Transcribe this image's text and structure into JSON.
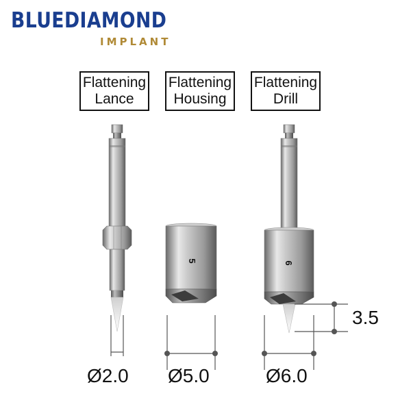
{
  "brand": {
    "name": "BLUEDIAMOND",
    "subtitle": "IMPLANT",
    "name_color": "#1a3e8f",
    "subtitle_color": "#b08a36"
  },
  "instruments": [
    {
      "line1": "Flattening",
      "line2": "Lance",
      "diameter": "Ø2.0",
      "marking": ""
    },
    {
      "line1": "Flattening",
      "line2": "Housing",
      "diameter": "Ø5.0",
      "marking": "5"
    },
    {
      "line1": "Flattening",
      "line2": "Drill",
      "diameter": "Ø6.0",
      "marking": "6"
    }
  ],
  "depth_dimension": "3.5",
  "colors": {
    "metal_light": "#e6e6e6",
    "metal_mid": "#b4b4b4",
    "metal_dark": "#5e5e5e",
    "dimension_line": "#555555"
  }
}
